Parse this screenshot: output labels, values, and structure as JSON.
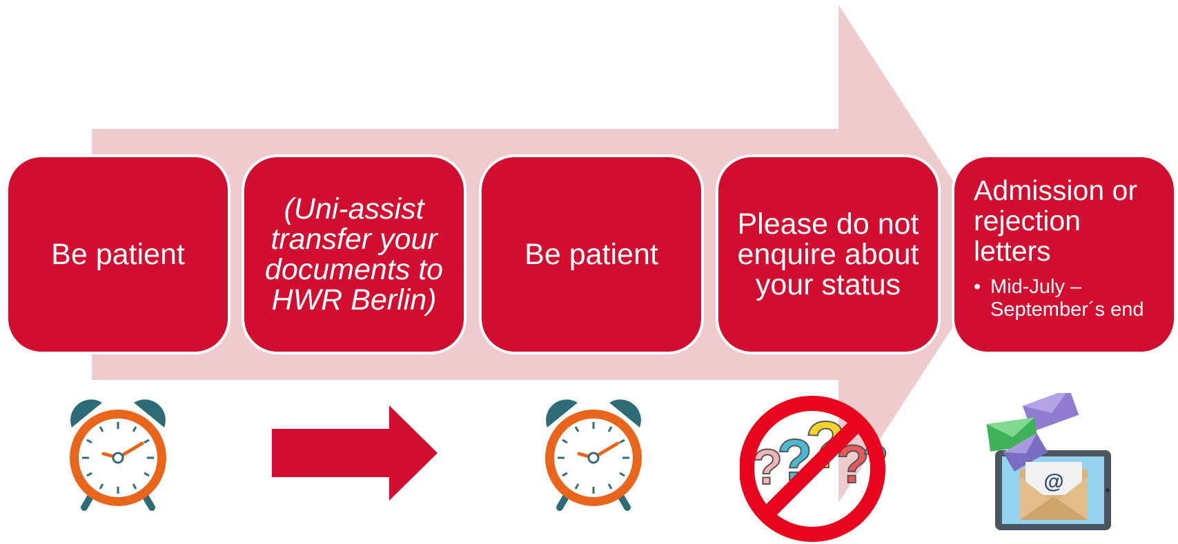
{
  "colors": {
    "step_fill": "#d20d30",
    "background_arrow": "#eecbcd",
    "step_text": "#ffffff",
    "clock_ring": "#e9651b",
    "clock_bells": "#2d6c76"
  },
  "steps": [
    {
      "lines": [
        "Be patient"
      ],
      "italic": false,
      "icon": "alarm-clock-icon"
    },
    {
      "lines": [
        "(Uni-assist",
        "transfer your",
        "documents to",
        "HWR Berlin)"
      ],
      "italic": true,
      "icon": "right-arrow-icon"
    },
    {
      "lines": [
        "Be patient"
      ],
      "italic": false,
      "icon": "alarm-clock-icon"
    },
    {
      "lines": [
        "Please do not",
        "enquire about",
        "your status"
      ],
      "italic": false,
      "icon": "no-questions-icon"
    },
    {
      "lines": [
        "Admission or",
        "rejection",
        "letters"
      ],
      "italic": false,
      "bullet_symbol": "•",
      "bullet_lines": [
        "Mid-July –",
        "September´s end"
      ],
      "icon": "email-tablet-icon"
    }
  ]
}
